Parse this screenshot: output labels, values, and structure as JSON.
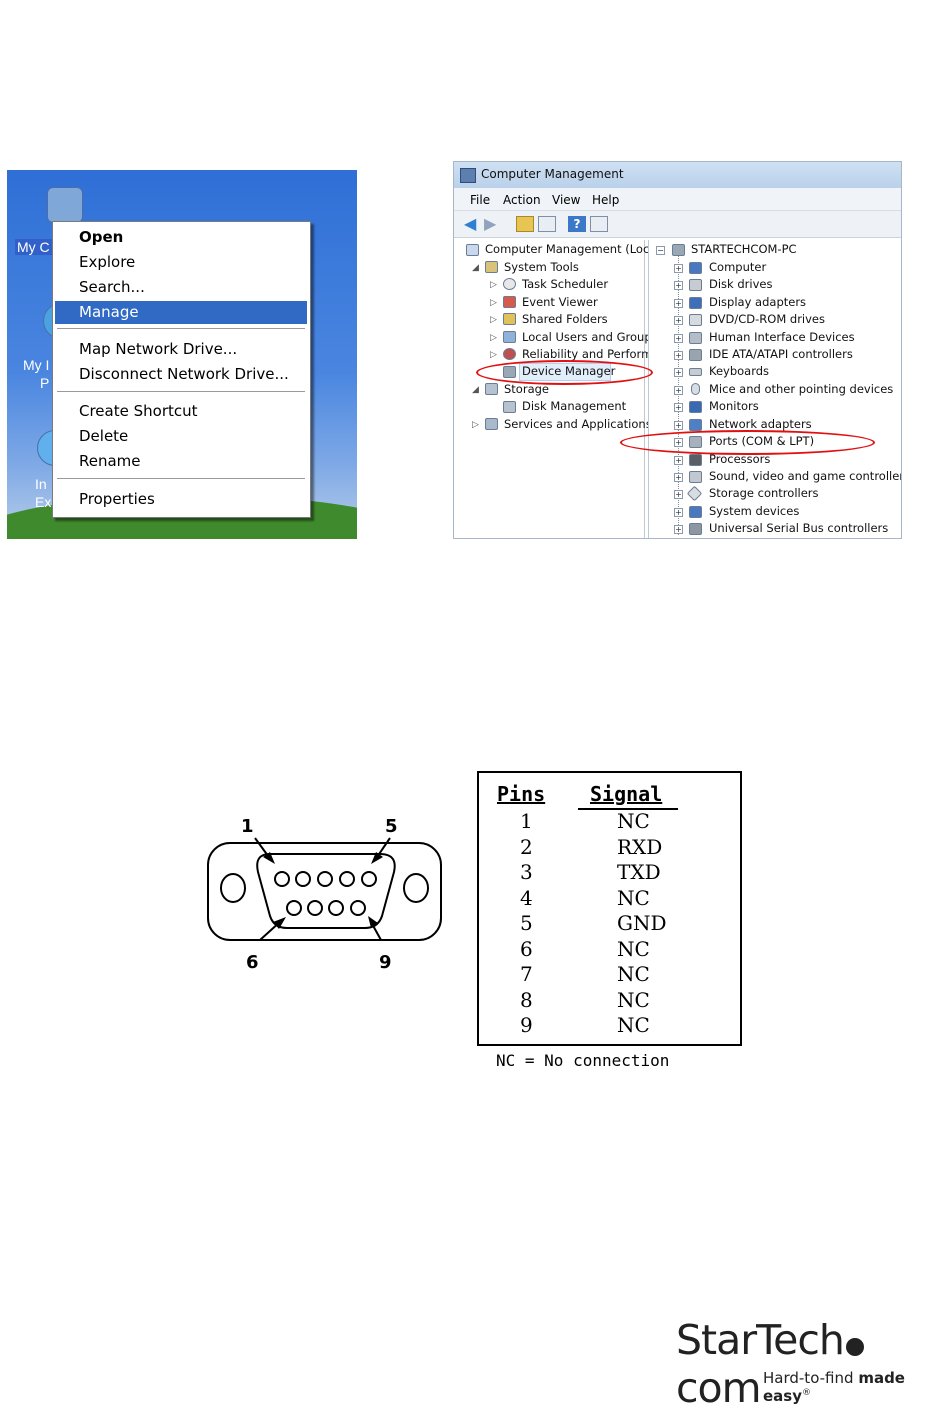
{
  "desktop": {
    "icon_labels": [
      "My C",
      "My I",
      "P",
      "In",
      "Ex"
    ]
  },
  "context_menu": {
    "items": [
      {
        "label": "Open",
        "bold": true
      },
      {
        "label": "Explore"
      },
      {
        "label": "Search..."
      },
      {
        "label": "Manage",
        "highlighted": true
      },
      {
        "label": "Map Network Drive..."
      },
      {
        "label": "Disconnect Network Drive..."
      },
      {
        "label": "Create Shortcut"
      },
      {
        "label": "Delete"
      },
      {
        "label": "Rename"
      },
      {
        "label": "Properties"
      }
    ]
  },
  "computer_management": {
    "title": "Computer Management",
    "menu": [
      "File",
      "Action",
      "View",
      "Help"
    ],
    "left_tree": [
      "Computer Management (Local",
      "System Tools",
      "Task Scheduler",
      "Event Viewer",
      "Shared Folders",
      "Local Users and Groups",
      "Reliability and Performa",
      "Device Manager",
      "Storage",
      "Disk Management",
      "Services and Applications"
    ],
    "right_root": "STARTECHCOM-PC",
    "right_tree": [
      "Computer",
      "Disk drives",
      "Display adapters",
      "DVD/CD-ROM drives",
      "Human Interface Devices",
      "IDE ATA/ATAPI controllers",
      "Keyboards",
      "Mice and other pointing devices",
      "Monitors",
      "Network adapters",
      "Ports (COM & LPT)",
      "Processors",
      "Sound, video and game controllers",
      "Storage controllers",
      "System devices",
      "Universal Serial Bus controllers"
    ],
    "highlight_color": "#e01010"
  },
  "connector": {
    "labels": {
      "top_left": "1",
      "top_right": "5",
      "bottom_left": "6",
      "bottom_right": "9"
    }
  },
  "pin_table": {
    "headers": {
      "pins": "Pins",
      "signal": "Signal"
    },
    "rows": [
      {
        "pin": "1",
        "signal": "NC"
      },
      {
        "pin": "2",
        "signal": "RXD"
      },
      {
        "pin": "3",
        "signal": "TXD"
      },
      {
        "pin": "4",
        "signal": "NC"
      },
      {
        "pin": "5",
        "signal": "GND"
      },
      {
        "pin": "6",
        "signal": "NC"
      },
      {
        "pin": "7",
        "signal": "NC"
      },
      {
        "pin": "8",
        "signal": "NC"
      },
      {
        "pin": "9",
        "signal": "NC"
      }
    ],
    "note": "NC = No connection"
  },
  "logo": {
    "brand_a": "StarTech",
    "brand_b": "com",
    "tagline_a": "Hard-to-find ",
    "tagline_b": "made easy",
    "trademark": "®"
  }
}
